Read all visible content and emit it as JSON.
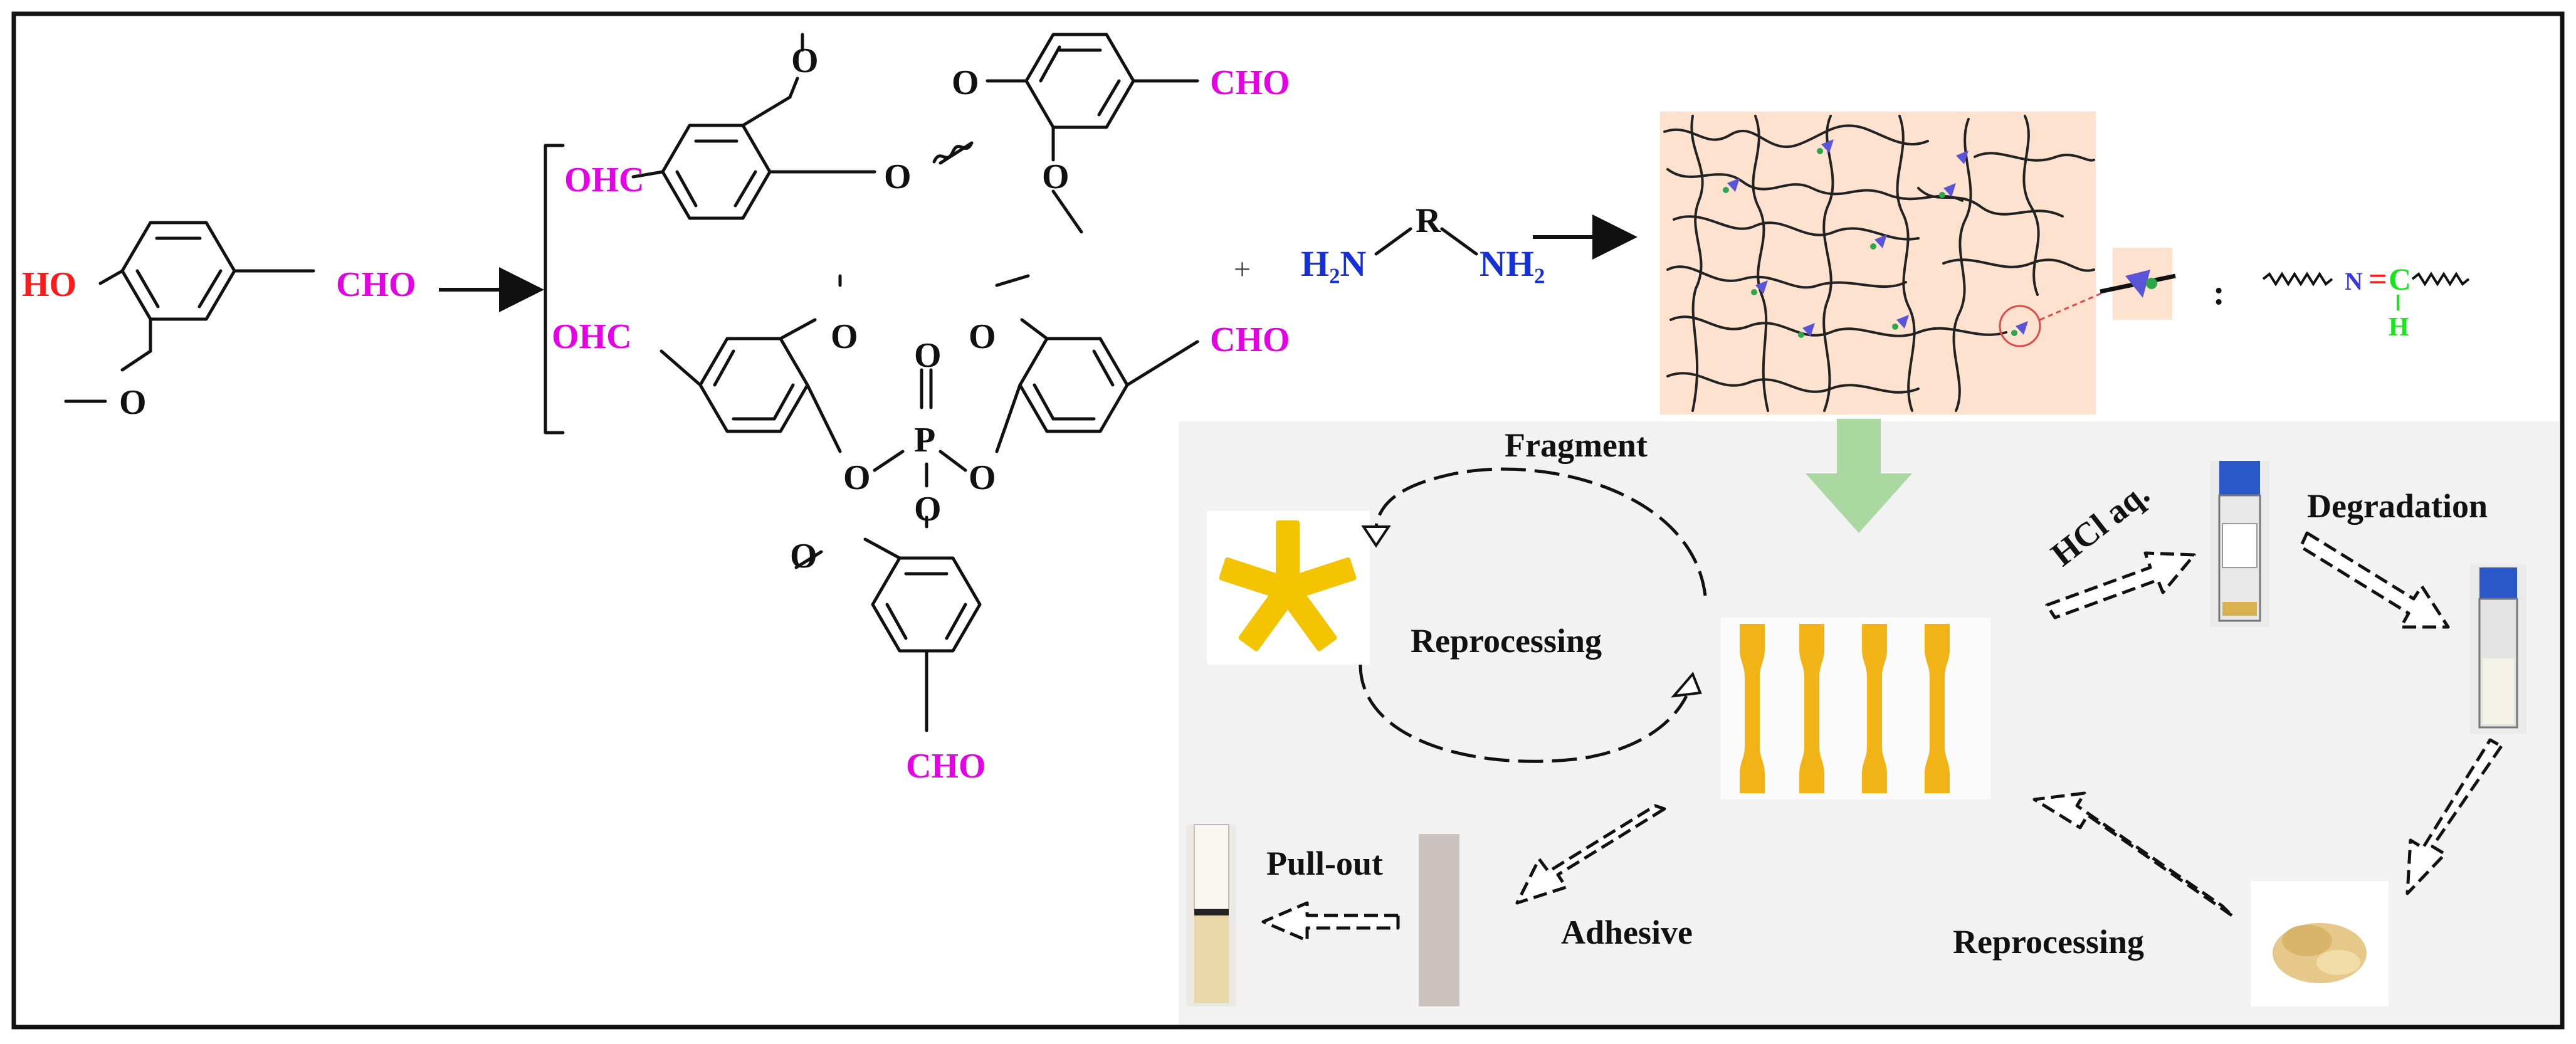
{
  "colors": {
    "aldehyde": "#e600e6",
    "hydroxyl": "#ff1a1a",
    "amine": "#1530d6",
    "network_bg": "#fde3cf",
    "panel_bg": "#f2f2f2",
    "green_arrow": "#a9d8a0",
    "imine_n": "#3a3adb",
    "imine_eq": "#ff1a1a",
    "imine_ch": "#19e61a",
    "sample_yellow": "#f2b316"
  },
  "chemistry": {
    "vanillin": {
      "oh": "HO",
      "cho": "CHO",
      "methoxy": "O"
    },
    "dimer": {
      "ohc": "OHC",
      "cho": "CHO",
      "o1": "O",
      "o2": "O",
      "o3": "O",
      "o4": "O"
    },
    "phosphate": {
      "ohc": "OHC",
      "cho_right": "CHO",
      "cho_bottom": "CHO",
      "p": "P",
      "o_top": "O",
      "o_left": "O",
      "o_right": "O",
      "o_bottom": "O",
      "o_me_left": "O",
      "o_me_right": "O",
      "o_me_bottom": "O"
    },
    "plus": "+",
    "diamine": {
      "h2n": "H₂N",
      "r": "R",
      "nh2": "NH₂"
    },
    "imine": {
      "n": "N",
      "eq": "=",
      "c": "C",
      "h": "H",
      "colon": ":"
    }
  },
  "process": {
    "fragment": "Fragment",
    "reprocessing_left": "Reprocessing",
    "hcl": "HCl aq.",
    "degradation": "Degradation",
    "pull_out": "Pull-out",
    "adhesive": "Adhesive",
    "reprocessing_bottom": "Reprocessing"
  }
}
